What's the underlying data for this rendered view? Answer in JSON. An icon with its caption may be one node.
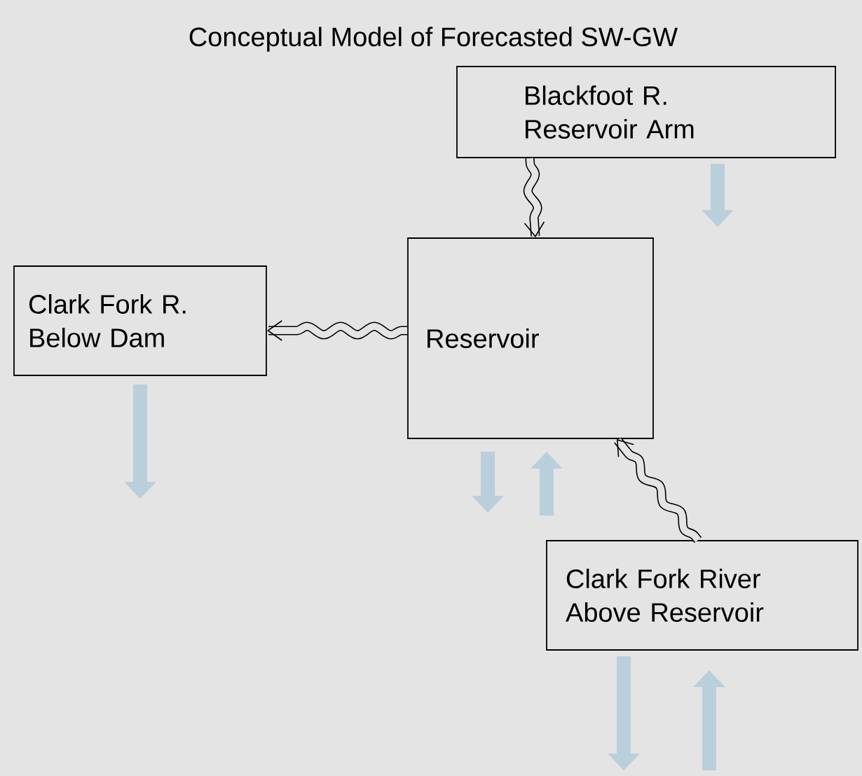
{
  "diagram": {
    "title": "Conceptual Model of Forecasted SW-GW",
    "nodes": [
      {
        "text": [
          "Blackfoot R. Reservoir Arm"
        ]
      },
      {
        "text": [
          "Reservoir"
        ]
      },
      {
        "text": [
          "Clark Fork R. Below Dam"
        ]
      },
      {
        "text": [
          "Clark Fork River Above Reservoir"
        ]
      }
    ],
    "edges": [
      {
        "from": 0,
        "to": 1,
        "arrow": "to",
        "color": "#000000"
      },
      {
        "from": 1,
        "to": 2,
        "arrow": "to",
        "color": "#000000"
      },
      {
        "from": 3,
        "to": 1,
        "arrow": "to",
        "color": "#000000"
      },
      {
        "from": 0,
        "to": null,
        "arrow": "to"
      },
      {
        "from": 2,
        "to": null,
        "arrow": "to"
      },
      {
        "from": 1,
        "to": null,
        "arrow": "to"
      },
      {
        "from": null,
        "to": 1,
        "arrow": "to"
      },
      {
        "from": 3,
        "to": null,
        "arrow": "to"
      },
      {
        "from": null,
        "to": 3,
        "arrow": "to"
      }
    ]
  }
}
